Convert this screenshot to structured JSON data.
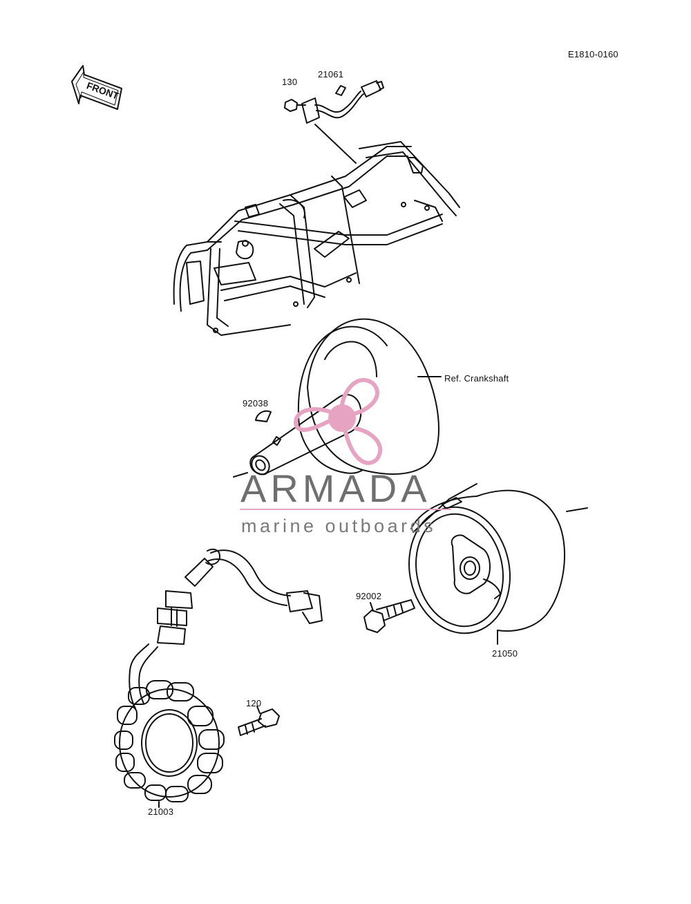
{
  "diagram_code": "E1810-0160",
  "front_label": "FRONT",
  "callouts": {
    "p130": "130",
    "p21061": "21061",
    "p92038": "92038",
    "ref_crankshaft": "Ref. Crankshaft",
    "p92002": "92002",
    "p21050": "21050",
    "p120": "120",
    "p21003": "21003"
  },
  "watermark": {
    "title": "ARMADA",
    "subtitle": "marine outboards",
    "accent_color": "#e6a3c2",
    "text_color": "#6f6f6f"
  },
  "colors": {
    "line": "#111111",
    "background": "#ffffff"
  }
}
